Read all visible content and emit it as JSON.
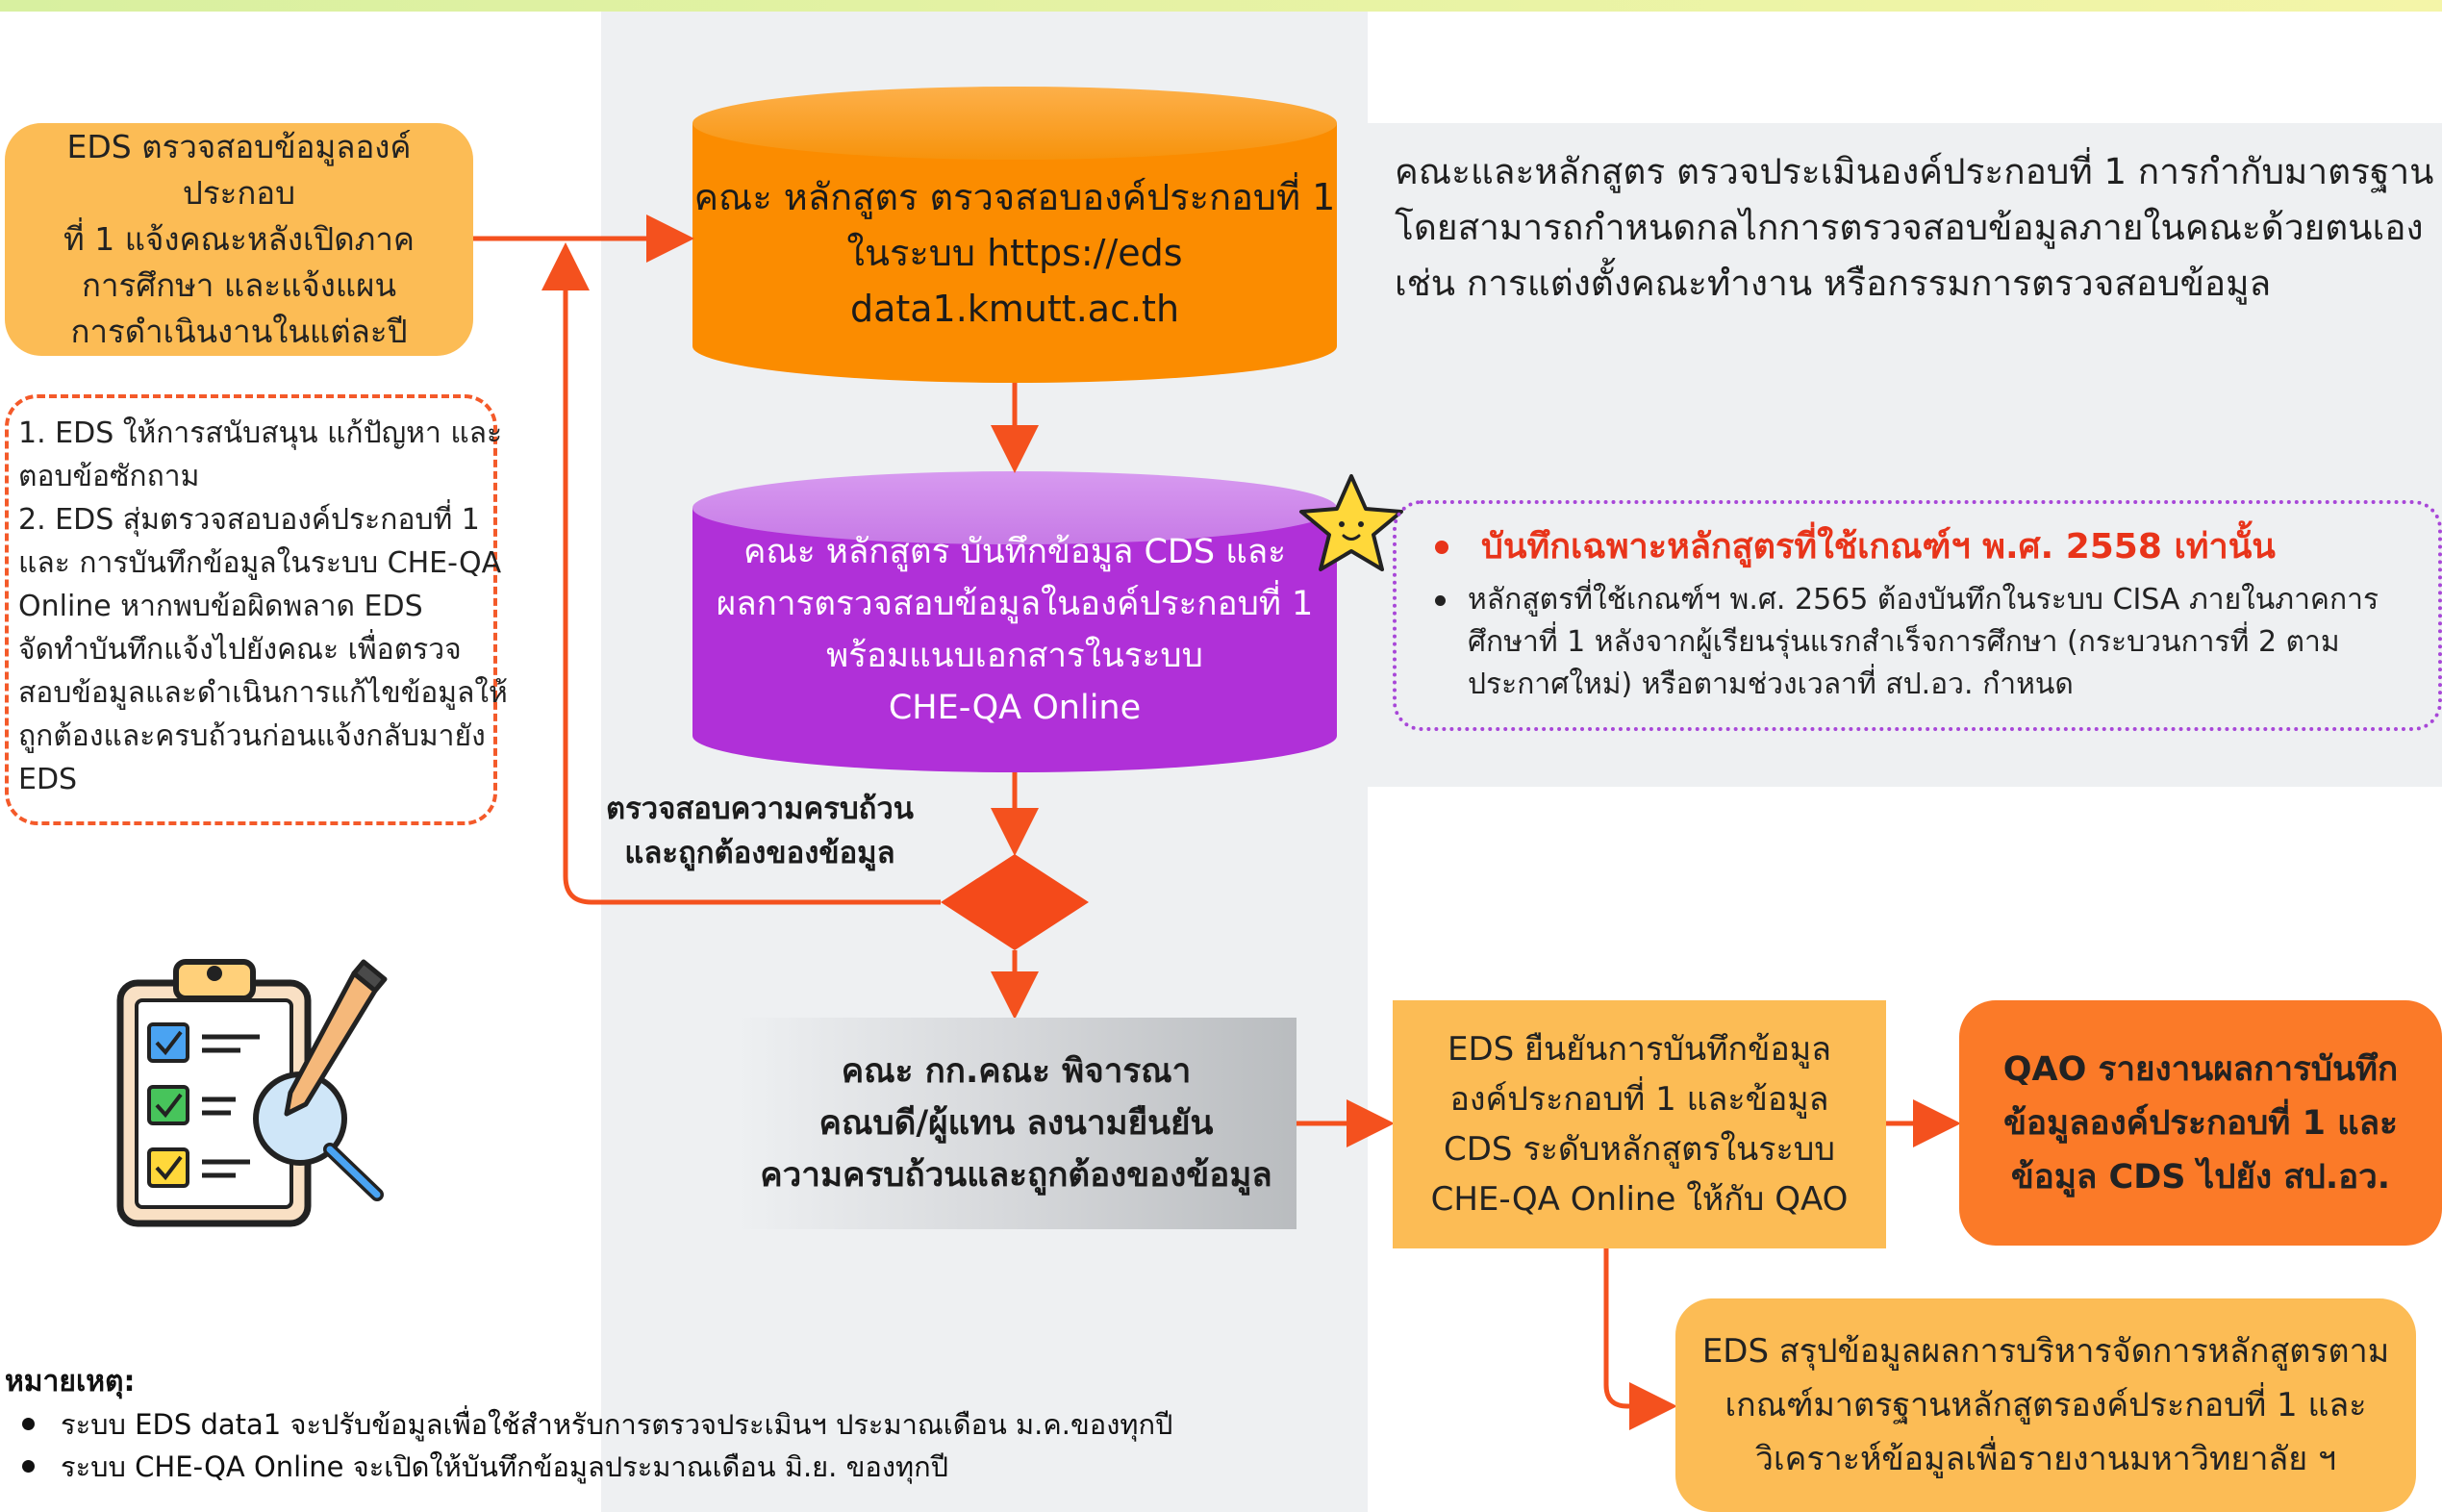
{
  "eds_start_box": {
    "lines": [
      "EDS ตรวจสอบข้อมูลองค์ประกอบ",
      "ที่ 1 แจ้งคณะหลังเปิดภาค",
      "การศึกษา  และแจ้งแผน",
      "การดำเนินงานในแต่ละปี"
    ]
  },
  "eds_support_box": {
    "lines": [
      "1. EDS ให้การสนับสนุน แก้ปัญหา และ",
      "ตอบข้อซักถาม",
      "2. EDS สุ่มตรวจสอบองค์ประกอบที่ 1",
      "และ การบันทึกข้อมูลในระบบ CHE-QA",
      "Online หากพบข้อผิดพลาด EDS",
      "จัดทำบันทึกแจ้งไปยังคณะ เพื่อตรวจ",
      "สอบข้อมูลและดำเนินการแก้ไขข้อมูลให้",
      "ถูกต้องและครบถ้วนก่อนแจ้งกลับมายัง",
      "EDS"
    ]
  },
  "cylinder_check": {
    "lines": [
      "คณะ หลักสูตร ตรวจสอบองค์ประกอบที่ 1",
      "ในระบบ https://eds data1.kmutt.ac.th"
    ]
  },
  "cylinder_record": {
    "lines": [
      "คณะ หลักสูตร บันทึกข้อมูล CDS และ",
      "ผลการตรวจสอบข้อมูลในองค์ประกอบที่ 1",
      "พร้อมแนบเอกสารในระบบ",
      "CHE-QA Online"
    ]
  },
  "right_description": {
    "lines": [
      "คณะและหลักสูตร ตรวจประเมินองค์ประกอบที่ 1 การกำกับมาตรฐาน",
      "โดยสามารถกำหนดกลไกการตรวจสอบข้อมูลภายในคณะด้วยตนเอง",
      "เช่น การแต่งตั้งคณะทำงาน หรือกรรมการตรวจสอบข้อมูล"
    ]
  },
  "note_box": {
    "headline": "บันทึกเฉพาะหลักสูตรที่ใช้เกณฑ์ฯ พ.ศ. 2558 เท่านั้น",
    "body_lines": [
      "หลักสูตรที่ใช้เกณฑ์ฯ พ.ศ. 2565 ต้องบันทึกในระบบ CISA ภายในภาคการ",
      "ศึกษาที่ 1 หลังจากผู้เรียนรุ่นแรกสำเร็จการศึกษา (กระบวนการที่ 2 ตาม",
      "ประกาศใหม่) หรือตามช่วงเวลาที่ สป.อว. กำหนด"
    ]
  },
  "decision_label": {
    "lines": [
      "ตรวจสอบความครบถ้วน",
      "และถูกต้องของข้อมูล"
    ]
  },
  "committee_box": {
    "lines": [
      "คณะ กก.คณะ พิจารณา",
      "คณบดี/ผู้แทน ลงนามยืนยัน",
      "ความครบถ้วนและถูกต้องของข้อมูล"
    ]
  },
  "eds_confirm_box": {
    "lines": [
      "EDS ยืนยันการบันทึกข้อมูล",
      "องค์ประกอบที่ 1 และข้อมูล",
      "CDS ระดับหลักสูตรในระบบ",
      "CHE-QA Online ให้กับ QAO"
    ]
  },
  "qao_box": {
    "lines": [
      "QAO รายงานผลการบันทึก",
      "ข้อมูลองค์ประกอบที่ 1 และ",
      "ข้อมูล CDS ไปยัง สป.อว."
    ]
  },
  "eds_summary_box": {
    "lines": [
      "EDS สรุปข้อมูลผลการบริหารจัดการหลักสูตรตาม",
      "เกณฑ์มาตรฐานหลักสูตรองค์ประกอบที่ 1 และ",
      "วิเคราะห์ข้อมูลเพื่อรายงานมหาวิทยาลัย ฯ"
    ]
  },
  "remark": {
    "title": "หมายเหตุ:",
    "items": [
      "ระบบ EDS data1 จะปรับข้อมูลเพื่อใช้สำหรับการตรวจประเมินฯ ประมาณเดือน ม.ค.ของทุกปี",
      "ระบบ CHE-QA Online จะเปิดให้บันทึกข้อมูลประมาณเดือน มิ.ย. ของทุกปี"
    ]
  },
  "icons": {
    "star": "star-icon",
    "clipboard": "clipboard-checklist-icon"
  },
  "colors": {
    "arrow": "#f4511e",
    "orange_box": "#fcbc55",
    "cylinder_orange": "#fb8c00",
    "cylinder_purple": "#b030d8",
    "qao_orange": "#fb7a28",
    "decision": "#f44a1a",
    "note_border": "#a847d8"
  }
}
